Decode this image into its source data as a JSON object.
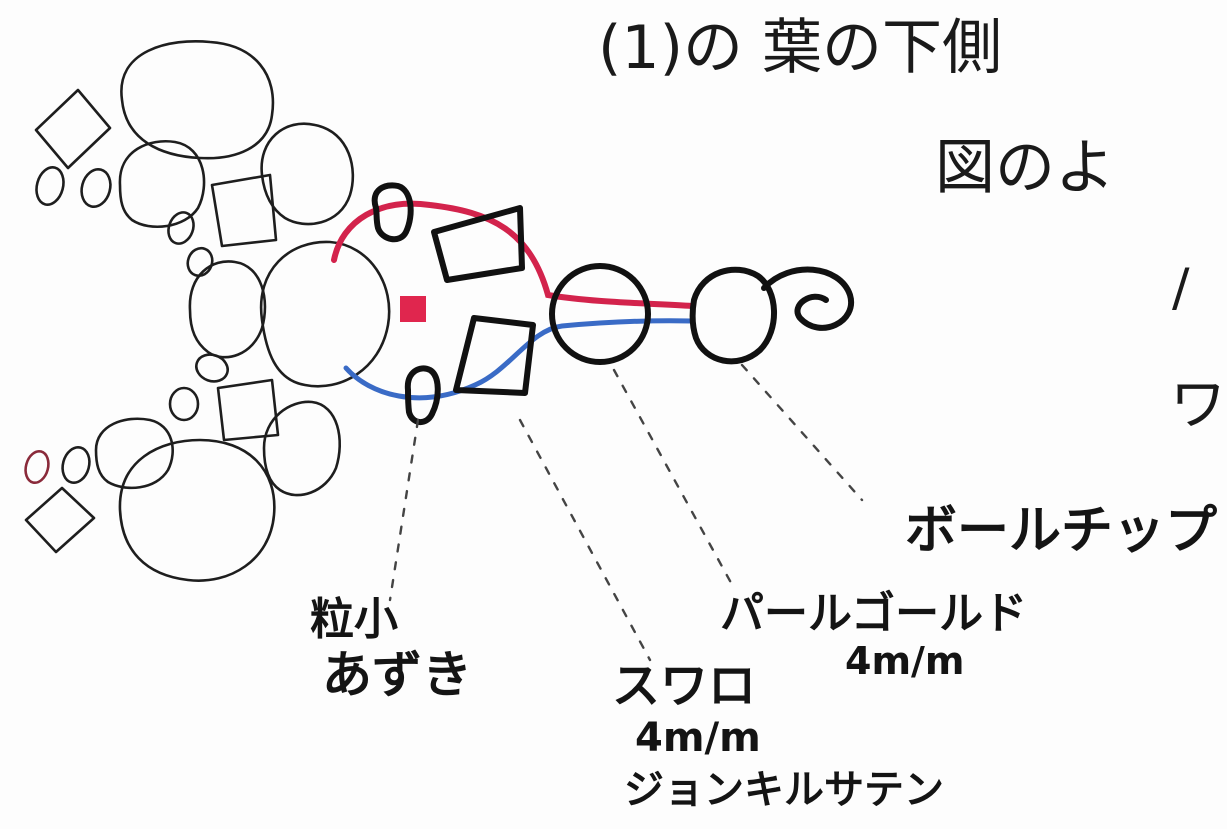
{
  "heading": {
    "line1": "(1)の 葉の下側",
    "line2": "図のよ",
    "line3": "/",
    "line4": "ワ"
  },
  "labels": {
    "ball_chip": "ボールチップ",
    "pearl_gold": "パールゴールド",
    "pearl_gold_size": "4m/m",
    "small_adzuki": "粒小",
    "small_adzuki_2": "あずき",
    "square": "スワロ",
    "square_size": "4m/m",
    "jonquil_satin": "ジョンキルサテン"
  },
  "thread_colors": {
    "upper": "#d3234c",
    "lower": "#3a6bc6"
  },
  "marker_color": "#e0264e"
}
